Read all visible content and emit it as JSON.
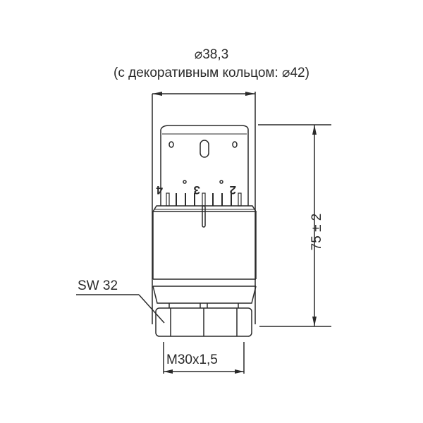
{
  "diagram": {
    "type": "technical-drawing",
    "subject": "Thermostatic radiator head",
    "dimensions": {
      "diameter_main": "⌀38,3",
      "diameter_decorative": "(с декоративным кольцом: ⌀42)",
      "height": "75 ± 2",
      "wrench_size": "SW 32",
      "thread": "M30x1,5"
    },
    "scale_marks": {
      "left": "4",
      "center": "3",
      "right": "2"
    },
    "colors": {
      "line": "#2a2a2a",
      "background": "#ffffff"
    }
  }
}
